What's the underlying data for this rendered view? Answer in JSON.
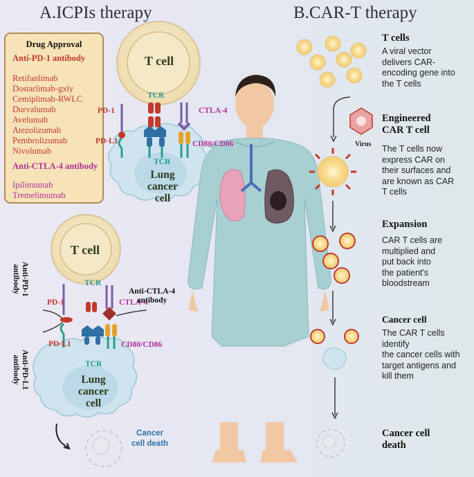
{
  "titles": {
    "left": "A.ICPIs therapy",
    "right": "B.CAR-T therapy"
  },
  "drug_box": {
    "heading": "Drug Approval",
    "pd1_heading": "Anti-PD-1 antibody",
    "pd1_drugs": [
      "Retifanlimab",
      "Dostarlimab-gxly",
      "Cemiplimab-RWLC",
      "Durvalumab",
      "Avelumab",
      "Atezolizumab",
      "Pembrolizumab",
      "Nivolumab"
    ],
    "ctla4_heading": "Anti-CTLA-4 antibody",
    "ctla4_drugs": [
      "Ipilimumab",
      "Tremelimumab"
    ]
  },
  "top_diagram": {
    "t_cell": "T cell",
    "tcr_top": "TCR",
    "pd1": "PD-1",
    "ctla4": "CTLA-4",
    "pdl1": "PD-L1",
    "cd80": "CD80/CD86",
    "tcr_bottom": "TCR",
    "cancer_cell": "Lung\ncancer\ncell"
  },
  "bottom_diagram": {
    "t_cell": "T cell",
    "tcr_top": "TCR",
    "pd1": "PD-1",
    "ctla4": "CTLA-4",
    "pdl1": "PD-L1",
    "cd80": "CD80/CD86",
    "tcr_bottom": "TCR",
    "cancer_cell": "Lung\ncancer\ncell",
    "anti_pd1": "Anti-PD-1\nantibody",
    "anti_ctla4": "Anti-CTLA-4\nantibody",
    "anti_pdl1": "Anti-PD-L1\nantibody",
    "death": "Cancer\ncell death"
  },
  "car_t": {
    "virus_label": "Virus",
    "steps": [
      {
        "heading": "T cells",
        "text": "A viral vector\ndelivers CAR-\nencoding gene into\nthe T cells"
      },
      {
        "heading": "Engineered\nCAR T cell",
        "text": "The T cells now\nexpress CAR on\ntheir surfaces and\nare known as CAR\nT cells"
      },
      {
        "heading": "Expansion",
        "text": "CAR T cells are\nmultiplied and\nput back into\nthe patient's\nbloodstream"
      },
      {
        "heading": "Cancer cell",
        "text": "The CAR T cells\nidentify\nthe cancer cells with\ntarget antigens and\nkill them"
      },
      {
        "heading": "Cancer cell\ndeath",
        "text": ""
      }
    ]
  },
  "colors": {
    "red": "#c0392b",
    "magenta": "#b0309a",
    "teal": "#1f9a8e",
    "tcell": "#f3e6c4",
    "cancer": "#cfe4ee"
  }
}
